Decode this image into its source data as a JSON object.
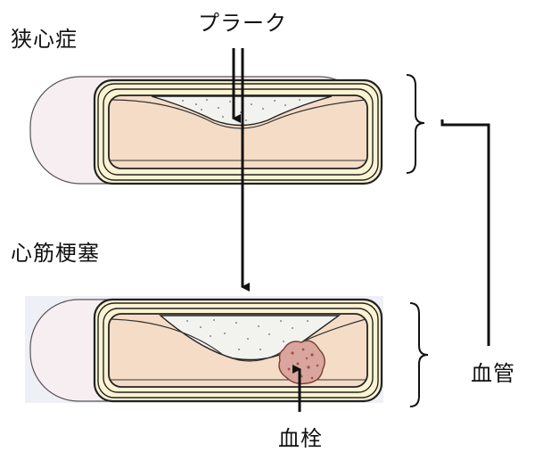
{
  "labels": {
    "angina": "狭心症",
    "plaque": "プラーク",
    "infarction": "心筋梗塞",
    "vessel": "血管",
    "thrombus": "血栓"
  },
  "colors": {
    "vessel_outer": "#f7eef2",
    "vessel_wall": "#fbf3d2",
    "vessel_lumen": "#f5dcc6",
    "plaque_fill": "#f2f2ee",
    "thrombus_fill": "#d9a59d",
    "thrombus_dots": "#9c5444",
    "stroke": "#222222",
    "panel_bg": "#eef0f6"
  }
}
